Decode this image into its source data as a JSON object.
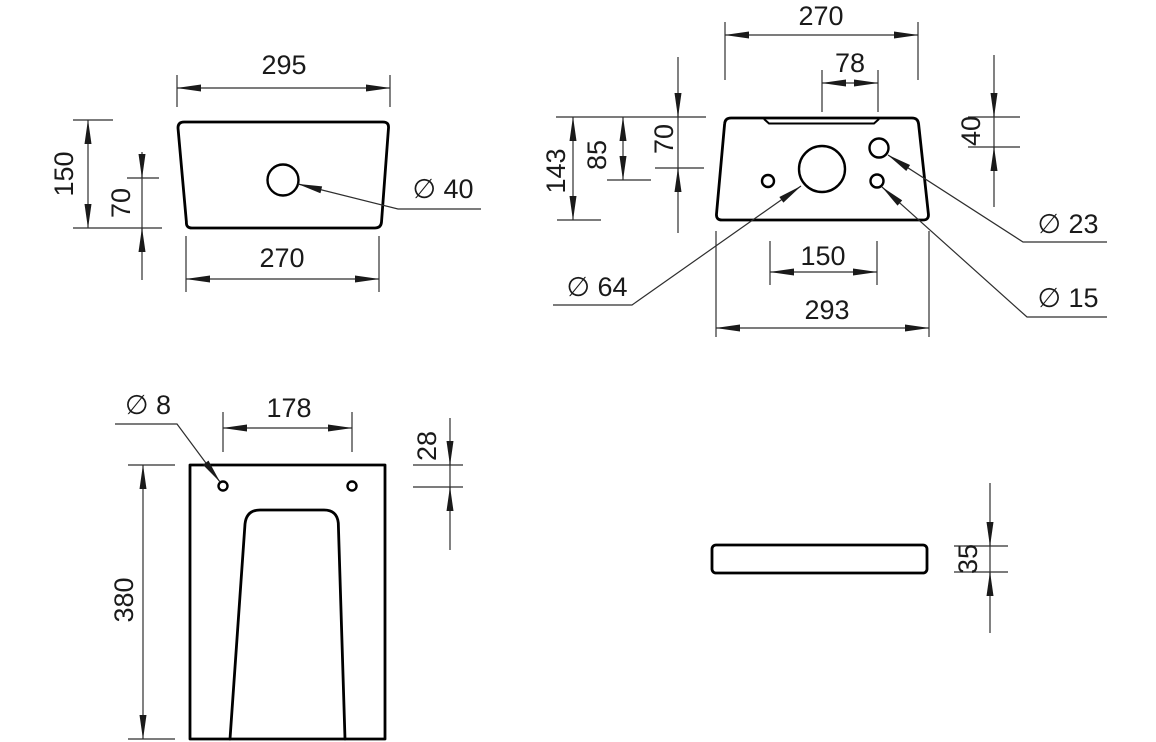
{
  "drawing": {
    "background": "#ffffff",
    "line_color": "#000000",
    "views": {
      "cistern_top": {
        "width_top": "295",
        "width_bottom": "270",
        "height": "150",
        "hole_center_to_bottom": "70",
        "hole_dia": "∅ 40"
      },
      "cistern_underside": {
        "width_top": "270",
        "hole_pair_spacing": "78",
        "height": "143",
        "small_holes_offset": "85",
        "flush_hole_offset": "70",
        "inlet_hole_offset": "40",
        "holes_spacing": "150",
        "width_bottom": "293",
        "flush_hole_dia": "∅ 64",
        "inlet_hole_dia": "∅ 23",
        "outlet_hole_dia": "∅ 15"
      },
      "pan_front": {
        "fixing_hole_dia": "∅ 8",
        "fixing_hole_spacing": "178",
        "fixing_hole_top_offset": "28",
        "height": "380"
      },
      "lid_side": {
        "thickness": "35"
      }
    }
  }
}
